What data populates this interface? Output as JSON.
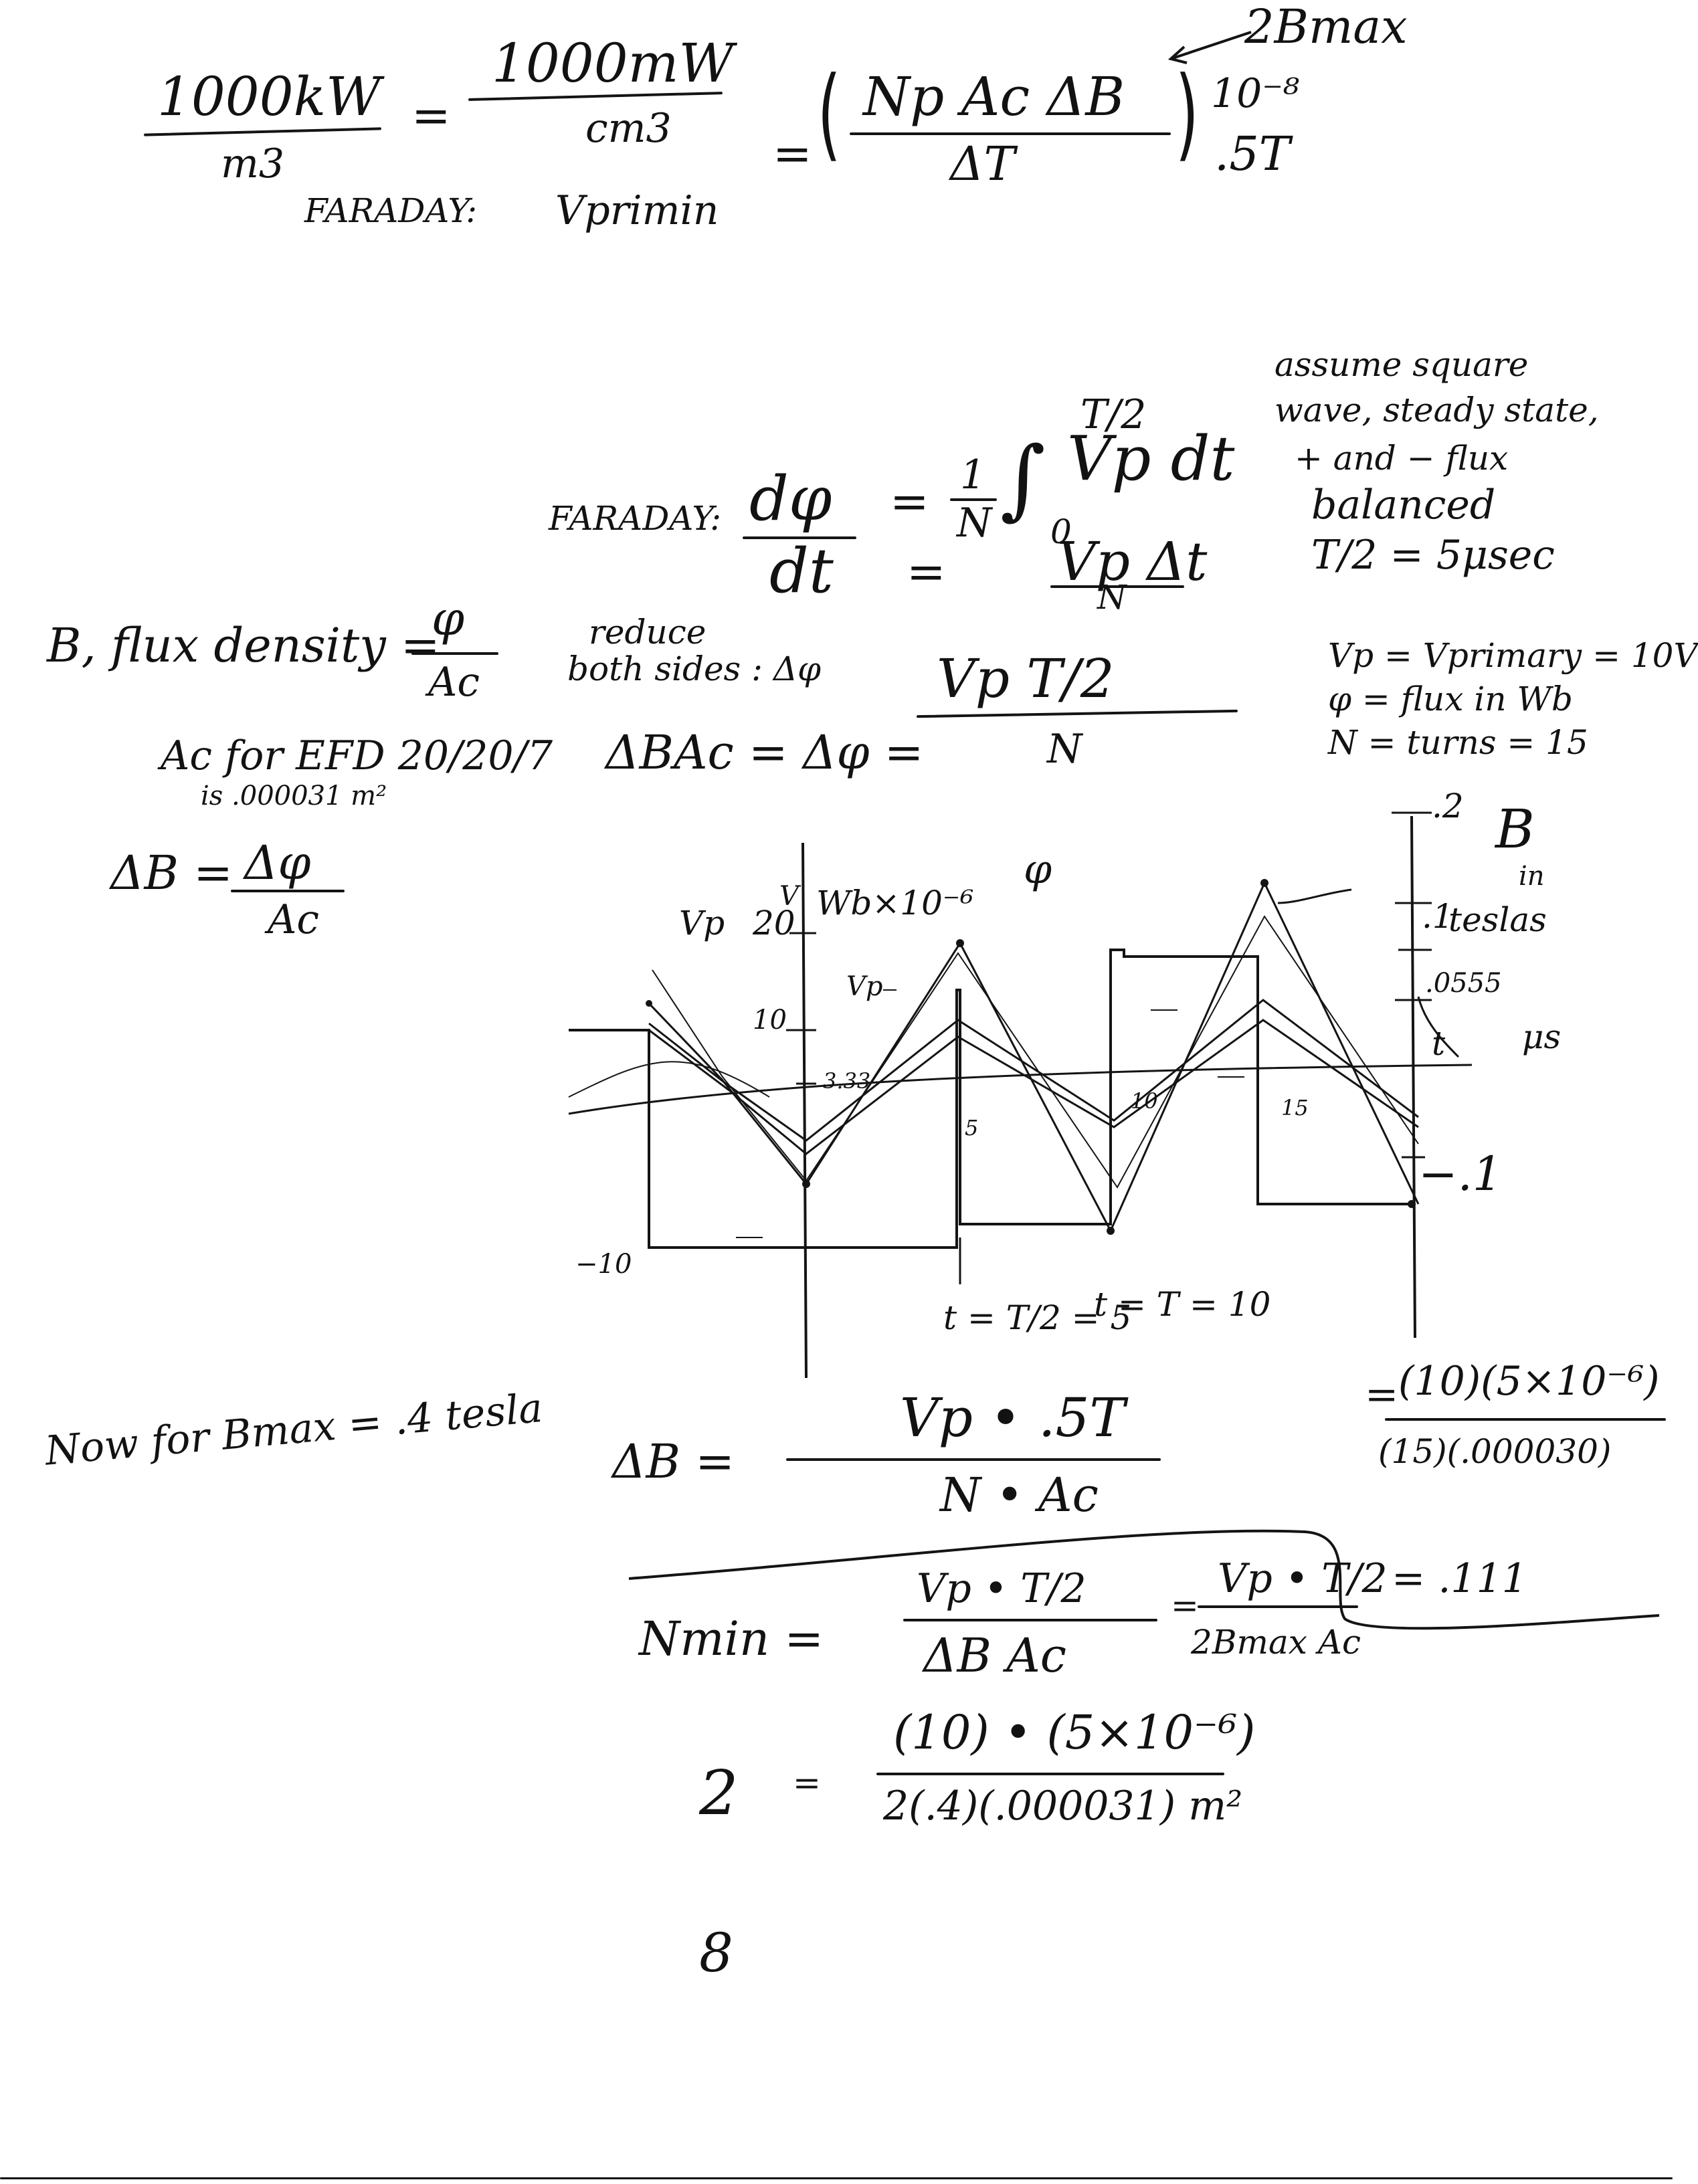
{
  "units": {
    "num_left": "1000kW",
    "den_left": "m3",
    "equals": "=",
    "num_right": "1000mW",
    "den_right": "cm3"
  },
  "faraday1": {
    "label": "FARADAY:",
    "lhs": "Vprimin",
    "equals": "=",
    "numerator": "Np Ac ΔB",
    "denominator": "ΔT",
    "arrow_note": "2Bmax",
    "side1": "10⁻⁸",
    "side2": ".5T"
  },
  "assumptions": {
    "line1": "assume square",
    "line2": "wave, steady state,",
    "line3": "+ and − flux",
    "line4": "balanced",
    "line5": "T/2 = 5μsec"
  },
  "faraday2": {
    "label": "FARADAY:",
    "lhs_num": "dφ",
    "lhs_den": "dt",
    "equals": "=",
    "coef_num": "1",
    "coef_den": "N",
    "integral_upper": "T/2",
    "integral_lower": "0",
    "integrand": "Vp dt",
    "result_num": "Vp Δt",
    "result_den": "N"
  },
  "reduce": {
    "line1": "reduce",
    "line2": "both sides : Δφ"
  },
  "flux_density": {
    "lhs": "B, flux density =",
    "num": "φ",
    "den": "Ac"
  },
  "delta_eq": {
    "lhs": "ΔBAc = Δφ =",
    "num": "Vp T/2",
    "den": "N"
  },
  "definitions": {
    "vp": "Vp = Vprimary = 10V",
    "phi": "φ = flux in Wb",
    "n": "N = turns = 15"
  },
  "ac_note": {
    "line1": "Ac for EFD 20/20/7",
    "line2": "is .000031 m²"
  },
  "delta_b": {
    "lhs": "ΔB =",
    "num": "Δφ",
    "den": "Ac"
  },
  "graph": {
    "left_axis_label": "Vp",
    "left_axis_unit": "V",
    "phi_axis_label": "Wb×10⁻⁶",
    "phi_symbol": "φ",
    "vp_curve_label": "Vp",
    "ticks_left": [
      "20",
      "10",
      "3.33",
      "−10"
    ],
    "ticks_time": [
      "5",
      "10",
      "15"
    ],
    "right_axis_label": "B",
    "right_axis_label2": "in",
    "right_axis_label3": "teslas",
    "right_ticks": [
      ".2",
      ".1",
      ".0555",
      "−.1"
    ],
    "time_axis_label": "t",
    "time_unit": "μs",
    "note_half": "t = T/2 = 5",
    "note_full": "t = T = 10"
  },
  "now_bmax": "Now for Bmax = .4 tesla",
  "delta_b2": {
    "lhs": "ΔB =",
    "num": "Vp • .5T",
    "den": "N • Ac",
    "eq2_num": "(10)(5×10⁻⁶)",
    "eq2_den": "(15)(.000030)",
    "eq2_prefix": "=",
    "result": "= .111"
  },
  "nmin": {
    "lhs": "Nmin =",
    "num1": "Vp • T/2",
    "den1": "ΔB Ac",
    "eq": "=",
    "num2": "Vp • T/2",
    "den2": "2Bmax Ac"
  },
  "calc": {
    "lhs": "2",
    "eq": "=",
    "num": "(10) • (5×10⁻⁶)",
    "den": "2(.4)(.000031) m²",
    "result": "8"
  }
}
